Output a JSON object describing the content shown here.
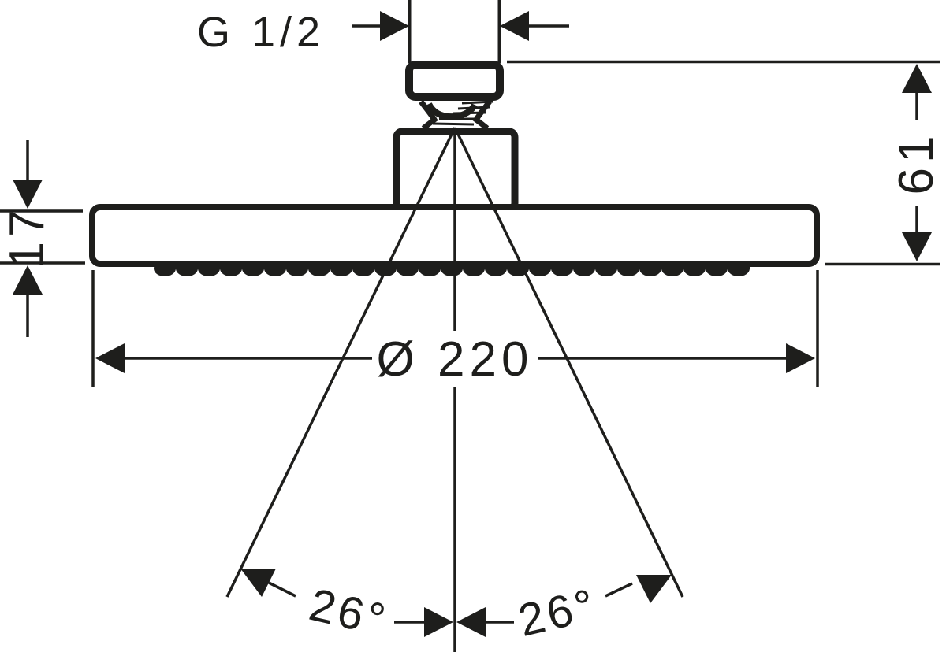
{
  "drawing": {
    "kind": "technical-dimension-drawing",
    "subject": "overhead-shower-side-view",
    "colors": {
      "line": "#1e1e1c",
      "background": "#ffffff"
    },
    "labels": {
      "thread": "G 1/2",
      "height_mm": "61",
      "head_thickness_mm": "17",
      "diameter_mm": "Ø 220",
      "left_spray_angle": "26°",
      "right_spray_angle": "26°"
    }
  }
}
